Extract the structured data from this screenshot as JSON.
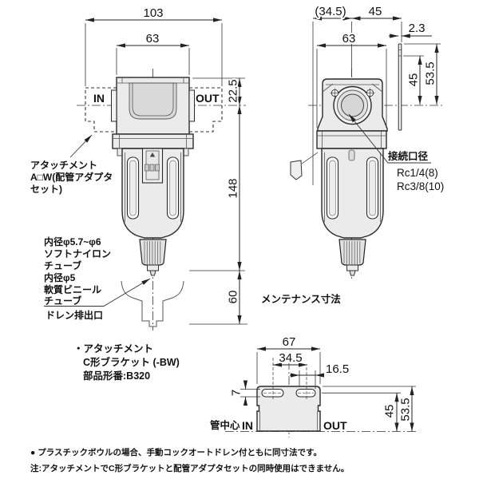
{
  "front_view": {
    "dims": {
      "overall_width": "103",
      "body_width": "63",
      "top_to_port_center": "22.5",
      "port_to_drain_tip": "148",
      "maintenance_clearance": "60"
    },
    "labels": {
      "in": "IN",
      "out": "OUT",
      "attachment_line1": "アタッチメント",
      "attachment_line2": "A□W(配管アダプタ",
      "attachment_line3": "セット)",
      "tube_line1": "内径φ5.7~φ6",
      "tube_line2": "ソフトナイロン",
      "tube_line3": "チューブ",
      "tube_line4": "内径φ5",
      "tube_line5": "軟質ビニール",
      "tube_line6": "チューブ",
      "drain_port": "ドレン排出口"
    }
  },
  "side_view": {
    "dims": {
      "back_to_center": "(34.5)",
      "center_to_bracket_face": "45",
      "bracket_thickness": "2.3",
      "face_width": "63",
      "slot_to_port_center": "45",
      "bracket_top_to_port_center": "53.5"
    },
    "labels": {
      "port_title": "接続口径",
      "port_size_rc14": "Rc1/4(8)",
      "port_size_rc38": "Rc3/8(10)",
      "maintenance": "メンテナンス寸法"
    }
  },
  "bracket_view": {
    "title": {
      "line1": "・アタッチメント",
      "line2": "C形ブラケット (-BW)",
      "line3": "部品形番:B320"
    },
    "dims": {
      "width": "67",
      "slot_pitch": "34.5",
      "slot_offset": "16.5",
      "slot_width": "7",
      "slot_to_pipe_center": "45",
      "top_to_pipe_center": "53.5"
    },
    "labels": {
      "pipe_center": "管中心",
      "in": "IN",
      "out": "OUT"
    }
  },
  "notes": {
    "note1": "● プラスチックボウルの場合、手動コックオートドレン付ともに同寸法です。",
    "note2": "注:アタッチメントでC形ブラケットと配管アダプタセットの同時使用はできません。"
  }
}
